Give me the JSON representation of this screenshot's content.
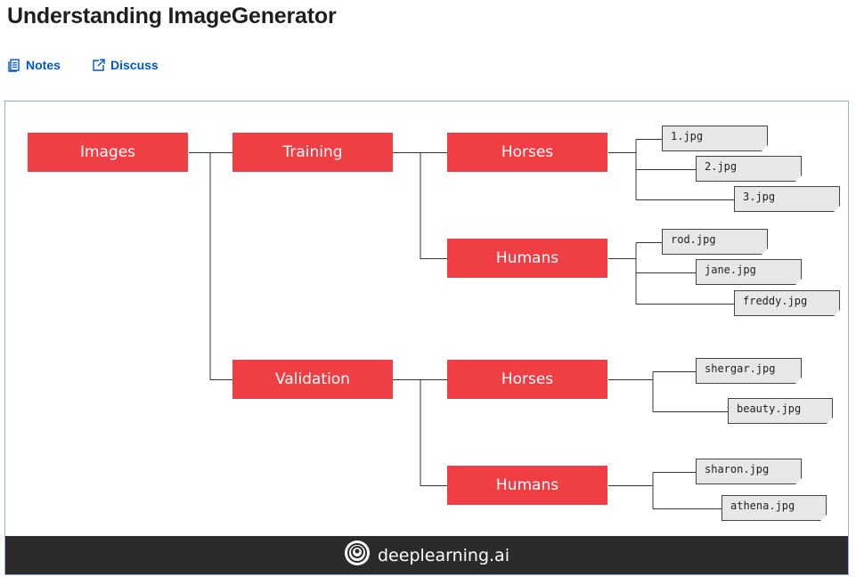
{
  "page": {
    "title": "Understanding ImageGenerator"
  },
  "tabs": [
    {
      "label": "Notes",
      "icon": "notes-icon"
    },
    {
      "label": "Discuss",
      "icon": "external-link-icon"
    }
  ],
  "colors": {
    "link": "#0056d2",
    "node": "#ef3f45",
    "footer": "#2b2b2b"
  },
  "diagram": {
    "root": "Images",
    "splits": [
      {
        "label": "Training",
        "classes": [
          {
            "label": "Horses",
            "files": [
              "1.jpg",
              "2.jpg",
              "3.jpg"
            ]
          },
          {
            "label": "Humans",
            "files": [
              "rod.jpg",
              "jane.jpg",
              "freddy.jpg"
            ]
          }
        ]
      },
      {
        "label": "Validation",
        "classes": [
          {
            "label": "Horses",
            "files": [
              "shergar.jpg",
              "beauty.jpg"
            ]
          },
          {
            "label": "Humans",
            "files": [
              "sharon.jpg",
              "athena.jpg"
            ]
          }
        ]
      }
    ]
  },
  "footer": {
    "brand": "deeplearning.ai",
    "logo": "deeplearning-logo-icon"
  }
}
